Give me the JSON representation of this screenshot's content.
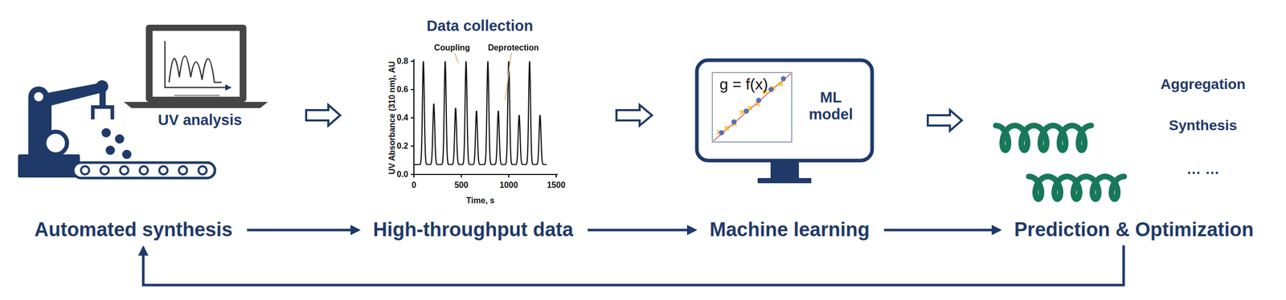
{
  "diagram": {
    "nodes": [
      {
        "text": [
          "Automated synthesis"
        ]
      },
      {
        "text": [
          "High-throughput data"
        ]
      },
      {
        "text": [
          "Machine learning"
        ]
      },
      {
        "text": [
          "Prediction & Optimization"
        ]
      }
    ],
    "edges": [
      {
        "from": 0,
        "to": 1,
        "arrow": "to"
      },
      {
        "from": 1,
        "to": 2,
        "arrow": "to"
      },
      {
        "from": 2,
        "to": 3,
        "arrow": "to"
      },
      {
        "from": 3,
        "to": 0,
        "arrow": "to"
      }
    ],
    "labels": [
      "UV analysis",
      "Data collection",
      "Coupling",
      "Deprotection",
      "UV Absorbance (310 nm), AU",
      "0.0",
      "0.2",
      "0.4",
      "0.6",
      "0.8",
      "0",
      "500",
      "1000",
      "1500",
      "Time, s",
      "g = f(x)",
      "ML model",
      "Aggregation",
      "Synthesis",
      "… …"
    ]
  }
}
